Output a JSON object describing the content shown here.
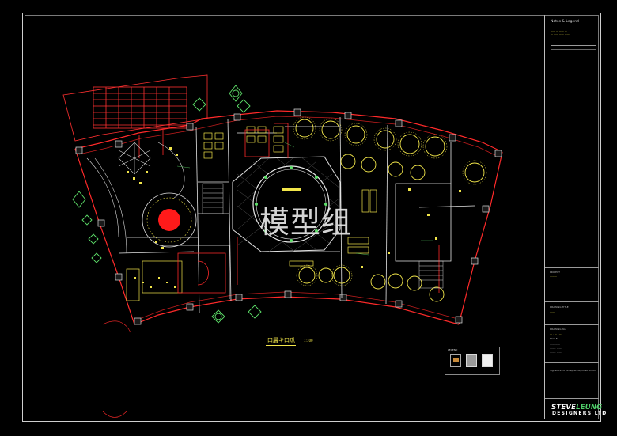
{
  "watermark": "模型组",
  "plan": {
    "title": "口層キ口瓜",
    "scale": "1:100"
  },
  "title_block": {
    "notes_heading": "Notes & Legend",
    "project_label": "PROJECT",
    "drawing_title_label": "DRAWING TITLE",
    "drawing_no_label": "DRAWING No.",
    "scale_label": "SCALE",
    "signature_label": "Signature for Acceptance/Construction"
  },
  "logo": {
    "line1_a": "STEVE",
    "line1_b": "LEUNG",
    "line2": "DESIGNERS LTD"
  },
  "colors": {
    "background": "#000000",
    "wall_red": "#ff2a2a",
    "furniture_yellow": "#f2e64a",
    "plant_green": "#5ee06a",
    "line_white": "#e0e0e0",
    "brand_green": "#4fd06a"
  }
}
